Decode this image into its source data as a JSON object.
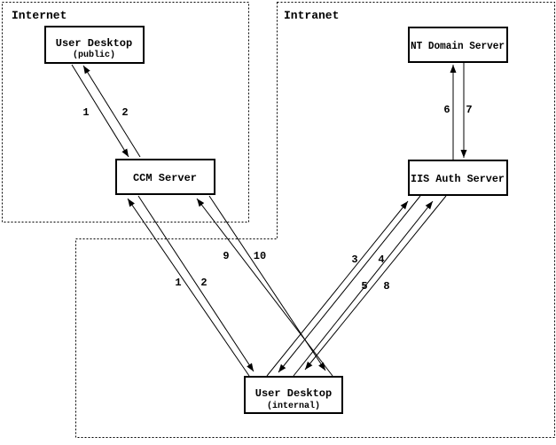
{
  "zones": {
    "internet": {
      "label": "Internet"
    },
    "intranet": {
      "label": "Intranet"
    }
  },
  "nodes": {
    "user_desktop_public": {
      "title": "User Desktop",
      "subtitle": "(public)"
    },
    "ccm_server": {
      "title": "CCM Server"
    },
    "nt_domain_server": {
      "title": "NT Domain Server"
    },
    "iis_auth_server": {
      "title": "IIS Auth Server"
    },
    "user_desktop_internal": {
      "title": "User Desktop",
      "subtitle": "(internal)"
    }
  },
  "edge_labels": {
    "public_desktop_to_ccm": "1",
    "ccm_to_public_desktop": "2",
    "internal_desktop_to_ccm_a": "1",
    "ccm_to_internal_desktop_a": "2",
    "internal_desktop_to_ccm_b": "9",
    "ccm_to_internal_desktop_b": "10",
    "internal_desktop_to_iis_a": "3",
    "iis_to_internal_desktop_a": "4",
    "internal_desktop_to_iis_b": "5",
    "iis_to_internal_desktop_b": "8",
    "iis_to_nt_domain": "6",
    "nt_domain_to_iis": "7"
  },
  "colors": {
    "line": "#000000",
    "background": "#ffffff",
    "node_fill": "#ffffff"
  }
}
